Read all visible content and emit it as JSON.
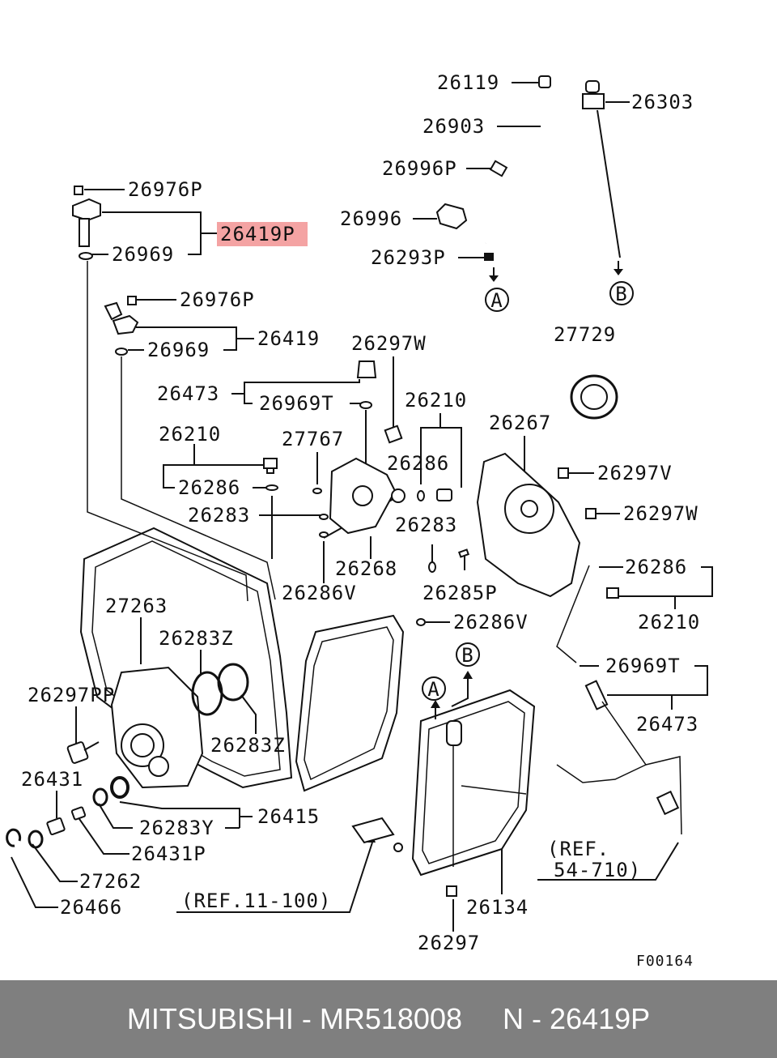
{
  "labels": {
    "l_26119": "26119",
    "l_26303": "26303",
    "l_26903": "26903",
    "l_26996P": "26996P",
    "l_26996": "26996",
    "l_26293P": "26293P",
    "l_26976P_a": "26976P",
    "l_26419P": "26419P",
    "l_26969_a": "26969",
    "l_26976P_b": "26976P",
    "l_26419": "26419",
    "l_26969_b": "26969",
    "l_26297W_a": "26297W",
    "l_27729": "27729",
    "l_26473_a": "26473",
    "l_26969T_a": "26969T",
    "l_26210_a": "26210",
    "l_26267": "26267",
    "l_26210_b": "26210",
    "l_27767": "27767",
    "l_26286_a": "26286",
    "l_26297V": "26297V",
    "l_26286_b": "26286",
    "l_26297W_b": "26297W",
    "l_26283_a": "26283",
    "l_26283_b": "26283",
    "l_26268": "26268",
    "l_26286V_a": "26286V",
    "l_26285P": "26285P",
    "l_26286_c": "26286",
    "l_26210_c": "26210",
    "l_27263": "27263",
    "l_26286V_b": "26286V",
    "l_26283Z_a": "26283Z",
    "l_26969T_b": "26969T",
    "l_26297PP": "26297PP",
    "l_26473_b": "26473",
    "l_26283Z_b": "26283Z",
    "l_26431": "26431",
    "l_26415": "26415",
    "l_26283Y": "26283Y",
    "l_26431P": "26431P",
    "l_27262": "27262",
    "l_26466": "26466",
    "l_ref_11_100": "(REF.11-100)",
    "l_ref_54_710_a": "(REF.",
    "l_ref_54_710_b": "54-710)",
    "l_26134": "26134",
    "l_26297": "26297",
    "l_F00164": "F00164"
  },
  "markers": {
    "a": "A",
    "b": "B"
  },
  "highlight_color": "#f4a3a3",
  "footer": {
    "text": "MITSUBISHI - MR518008     N - 26419P",
    "bg_color": "#7f7f7f"
  }
}
